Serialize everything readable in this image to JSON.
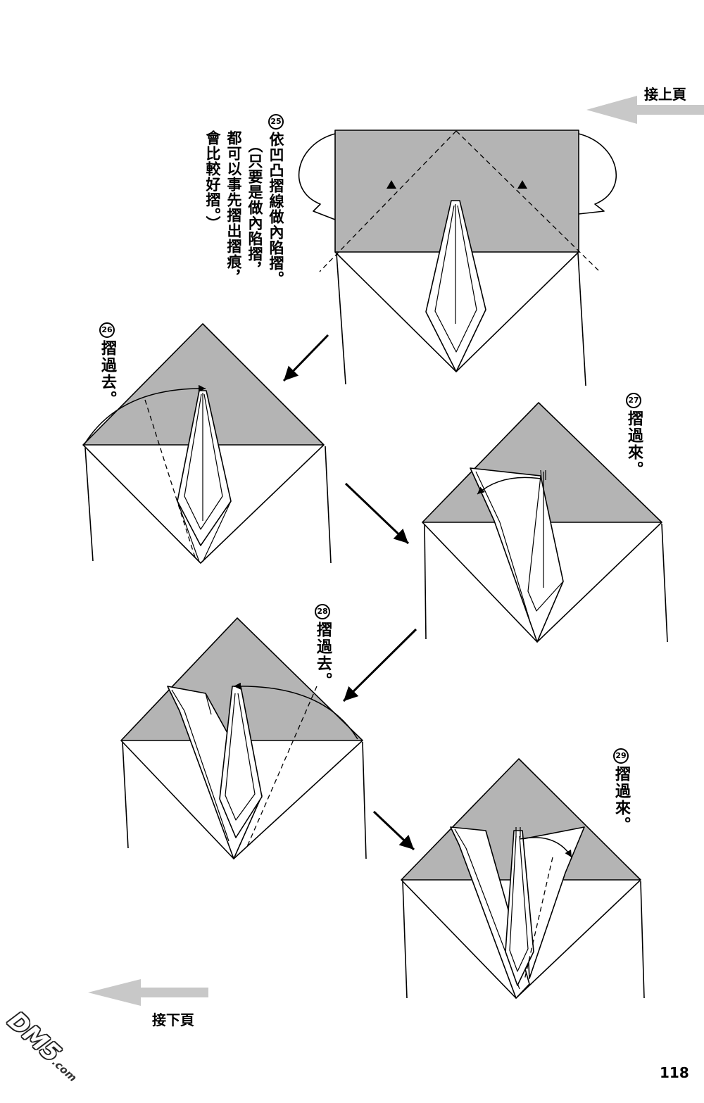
{
  "nav": {
    "prev_page": "接上頁",
    "next_page": "接下頁"
  },
  "steps": [
    {
      "number": "25",
      "text": [
        "依凹凸摺線做內陷摺。",
        "（只要是做內陷摺，",
        "都可以事先摺出摺痕，",
        "會比較好摺。）"
      ]
    },
    {
      "number": "26",
      "text": [
        "摺過去。"
      ]
    },
    {
      "number": "27",
      "text": [
        "摺過來。"
      ]
    },
    {
      "number": "28",
      "text": [
        "摺過去。"
      ]
    },
    {
      "number": "29",
      "text": [
        "摺過來。"
      ]
    }
  ],
  "page_number": "118",
  "watermark": {
    "brand": "DM5",
    "suffix": ".com"
  },
  "colors": {
    "paper_colored_side": "#b4b4b4",
    "nav_arrow": "#c8c8c8",
    "line": "#000000"
  }
}
